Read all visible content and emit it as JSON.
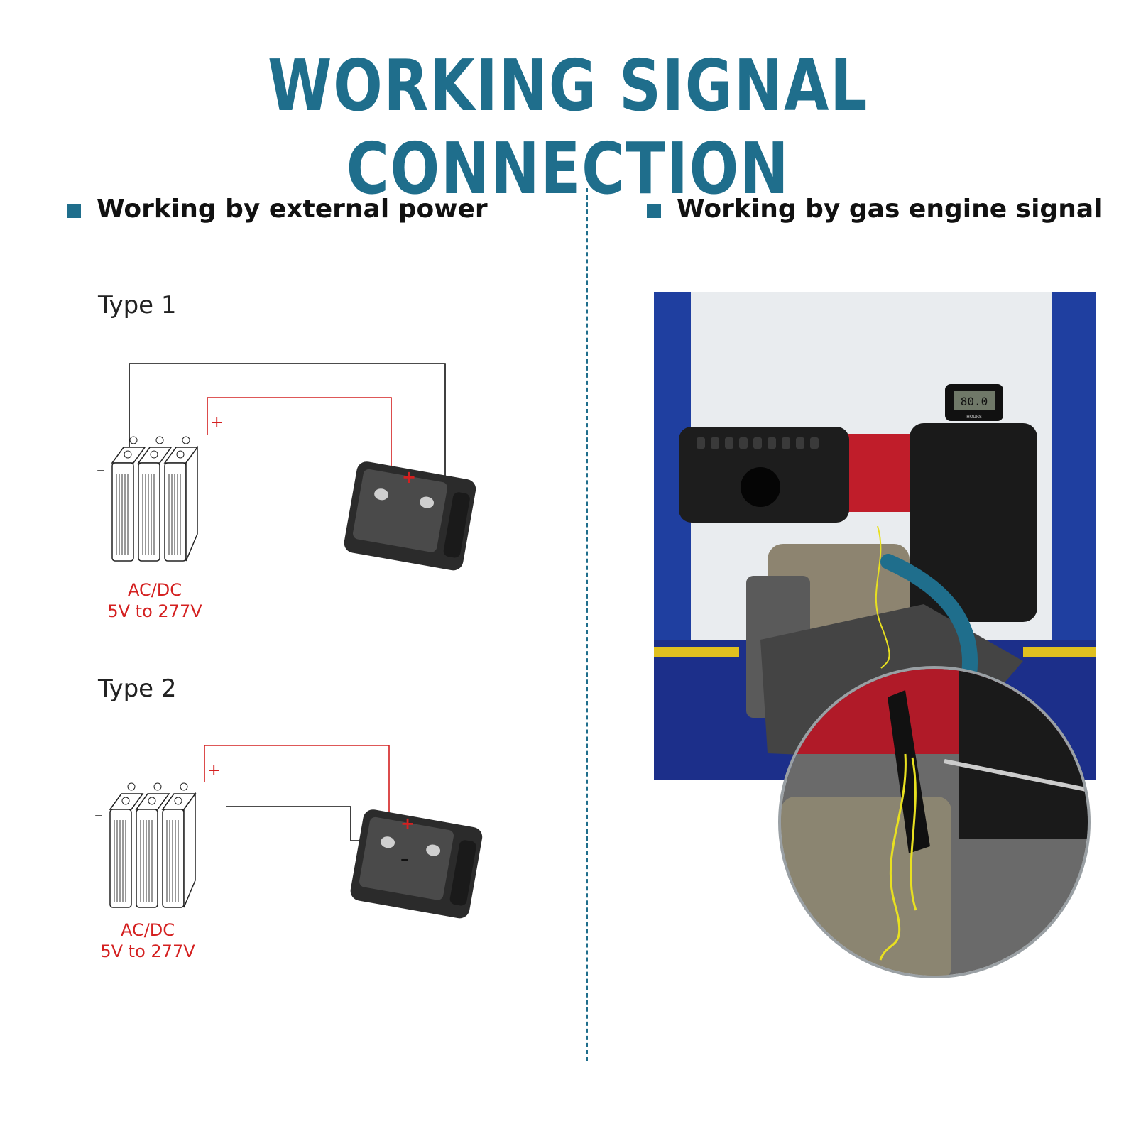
{
  "title": "WORKING SIGNAL CONNECTION",
  "colors": {
    "accent": "#1f6e8c",
    "wire_red": "#d42020",
    "text": "#111111",
    "voltage_red": "#d42020"
  },
  "left": {
    "heading": "Working by external power",
    "types": [
      {
        "label": "Type 1",
        "voltage_line1": "AC/DC",
        "voltage_line2": "5V to 277V",
        "plus": "+",
        "minus": "–",
        "meter_plus": "+"
      },
      {
        "label": "Type 2",
        "voltage_line1": "AC/DC",
        "voltage_line2": "5V to 277V",
        "plus": "+",
        "minus": "–",
        "meter_plus": "+",
        "meter_minus": "–"
      }
    ]
  },
  "right": {
    "heading": "Working by gas engine signal",
    "meter_display": "80.0",
    "meter_caption": "HOURS"
  }
}
